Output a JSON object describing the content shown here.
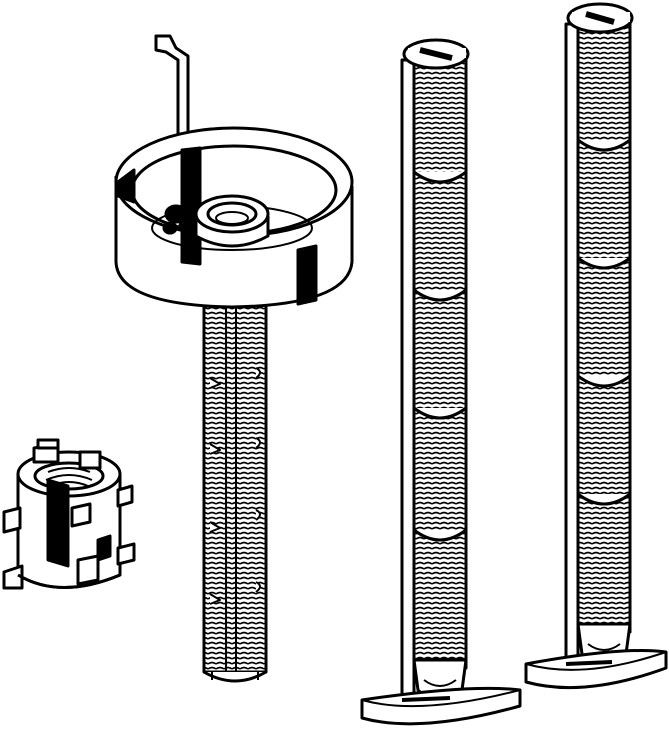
{
  "drawing": {
    "style": "black-and-white technical line drawing",
    "parts": [
      {
        "id": "collar-sleeve",
        "icon": "slotted-sleeve-icon"
      },
      {
        "id": "bowl-rod",
        "icon": "threaded-rod-with-cup-icon"
      },
      {
        "id": "threaded-rod-a",
        "icon": "threaded-rod-t-foot-icon"
      },
      {
        "id": "threaded-rod-b",
        "icon": "threaded-rod-t-foot-icon"
      }
    ],
    "colors": {
      "ink": "#000000",
      "paper": "#ffffff"
    }
  }
}
